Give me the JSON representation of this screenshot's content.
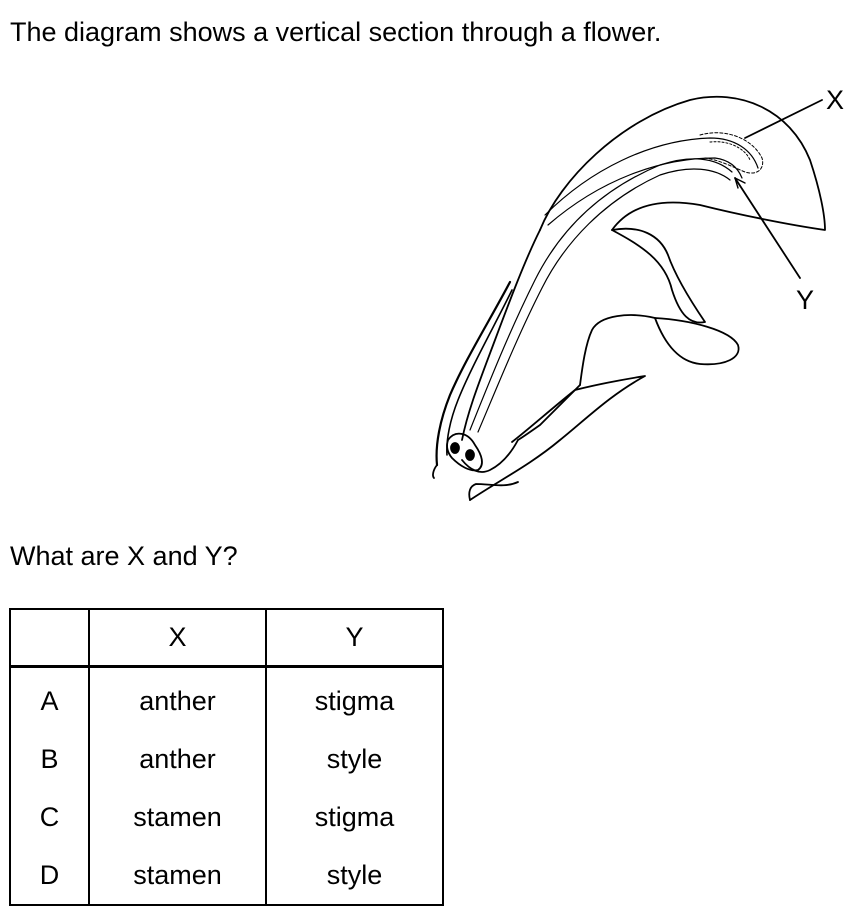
{
  "intro_text": "The diagram shows a vertical section through a flower.",
  "diagram": {
    "label_x": "X",
    "label_y": "Y"
  },
  "question_text": "What are X and Y?",
  "table": {
    "headers": [
      "",
      "X",
      "Y"
    ],
    "rows": [
      {
        "key": "A",
        "x": "anther",
        "y": "stigma"
      },
      {
        "key": "B",
        "x": "anther",
        "y": "style"
      },
      {
        "key": "C",
        "x": "stamen",
        "y": "stigma"
      },
      {
        "key": "D",
        "x": "stamen",
        "y": "style"
      }
    ]
  }
}
